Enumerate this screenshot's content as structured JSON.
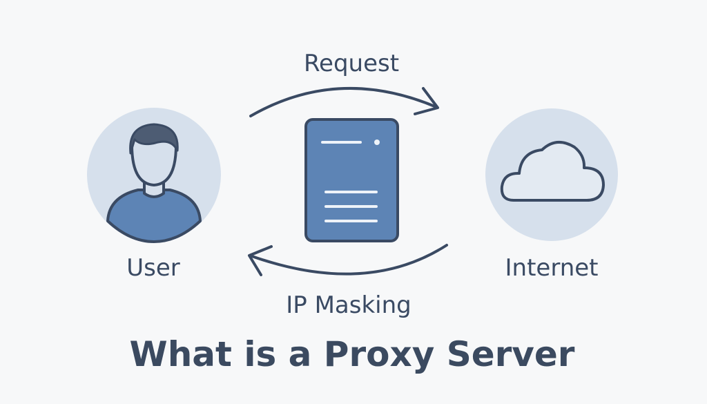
{
  "labels": {
    "request": "Request",
    "ip_masking": "IP Masking",
    "user": "User",
    "internet": "Internet"
  },
  "title": "What is a Proxy Server",
  "nodes": [
    {
      "id": "user",
      "icon": "user-person-icon"
    },
    {
      "id": "proxy-server",
      "icon": "server-document-icon"
    },
    {
      "id": "internet",
      "icon": "cloud-icon"
    }
  ],
  "colors": {
    "background": "#f7f8f9",
    "circle_fill": "#d6e0ec",
    "accent_blue": "#5d84b5",
    "stroke_dark": "#3a4a63",
    "text": "#3a4a63"
  }
}
